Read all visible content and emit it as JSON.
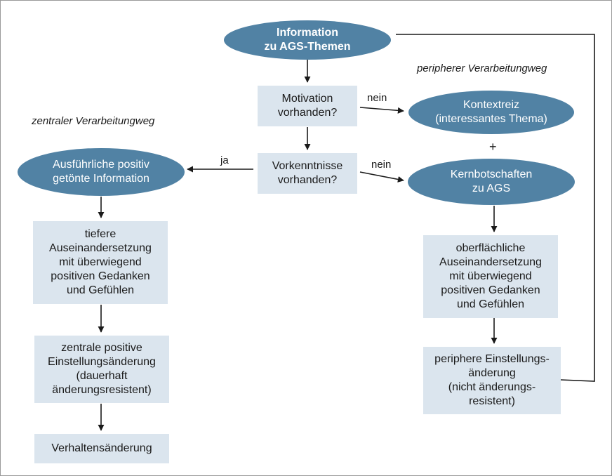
{
  "routes": {
    "central": "zentraler Verarbeitungweg",
    "peripheral": "peripherer Verarbeitungweg"
  },
  "nodes": {
    "info": "Information\nzu AGS-Themen",
    "motivation": "Motivation\nvorhanden?",
    "vorkenntnisse": "Vorkenntnisse\nvorhanden?",
    "kontextreiz": "Kontextreiz\n(interessantes Thema)",
    "kernbotschaften": "Kernbotschaften\nzu AGS",
    "ausfuehrlich": "Ausführliche positiv\ngetönte Information",
    "tiefere": "tiefere\nAuseinandersetzung\nmit überwiegend\npositiven Gedanken\nund Gefühlen",
    "zentrale": "zentrale positive\nEinstellungsänderung\n(dauerhaft\nänderungsresistent)",
    "verhalten": "Verhaltensänderung",
    "oberflaechlich": "oberflächliche\nAuseinandersetzung\nmit überwiegend\npositiven Gedanken\nund Gefühlen",
    "periphere": "periphere Einstellungs-\nänderung\n(nicht änderungs-\nresistent)"
  },
  "edge_labels": {
    "nein_1": "nein",
    "nein_2": "nein",
    "ja": "ja",
    "plus": "+"
  },
  "colors": {
    "ellipse": "#5182a4",
    "box": "#dbe5ee",
    "line": "#1a1a1a",
    "frame": "#9a9a9a"
  }
}
